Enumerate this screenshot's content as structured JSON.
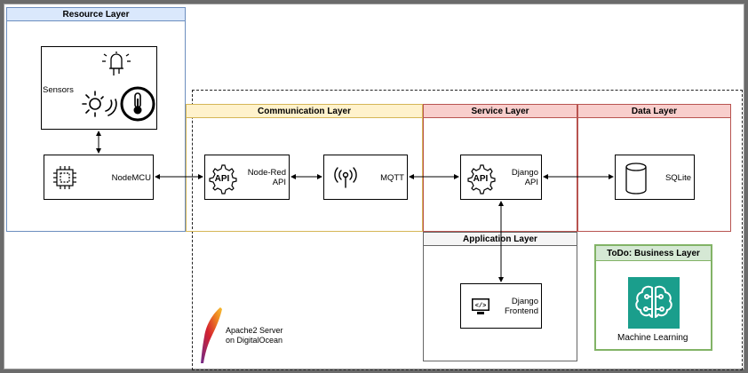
{
  "layers": {
    "resource": "Resource Layer",
    "communication": "Communication Layer",
    "service": "Service Layer",
    "data": "Data Layer",
    "application": "Application Layer",
    "business": "ToDo: Business Layer"
  },
  "nodes": {
    "sensors": "Sensors",
    "nodemcu": "NodeMCU",
    "nodered_line1": "Node-Red",
    "nodered_line2": "API",
    "mqtt": "MQTT",
    "django_api_line1": "Django",
    "django_api_line2": "API",
    "sqlite": "SQLite",
    "frontend_line1": "Django",
    "frontend_line2": "Frontend",
    "ml": "Machine Learning"
  },
  "server": {
    "line1": "Apache2 Server",
    "line2": "on DigitalOcean"
  },
  "colors": {
    "resource_border": "#6c8ebf",
    "resource_header": "#dae8fc",
    "communication_border": "#d6b656",
    "communication_header": "#fff2cc",
    "service_border": "#b85450",
    "service_header": "#f8cecc",
    "application_border": "#666666",
    "application_header": "#f5f5f5",
    "business_border": "#82b366",
    "business_header": "#d5e8d4",
    "ml_icon": "#1a9e8c"
  }
}
